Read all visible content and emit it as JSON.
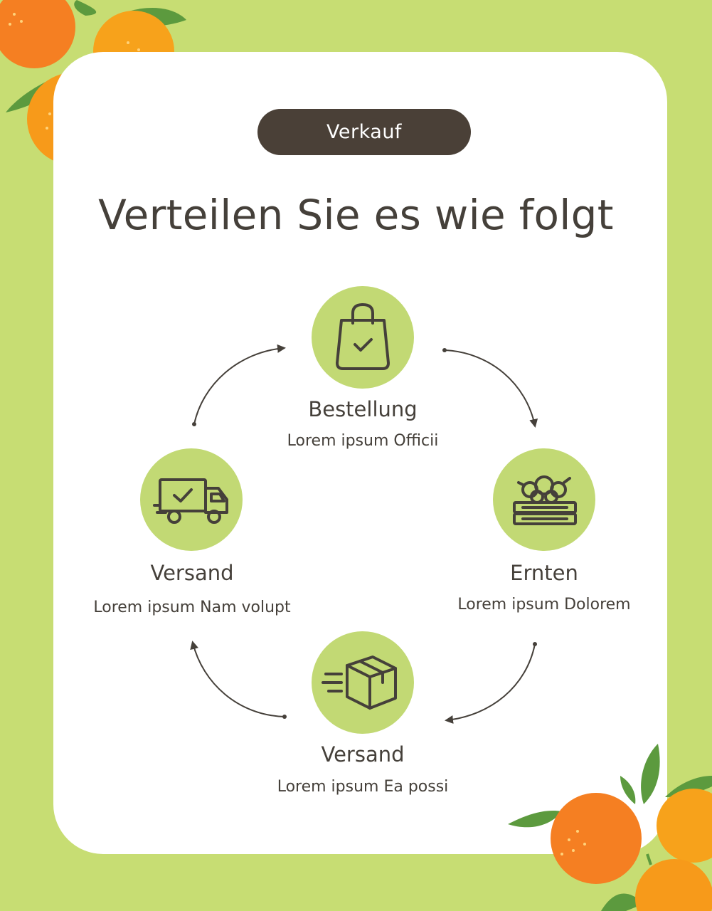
{
  "badge": "Verkauf",
  "title": "Verteilen Sie es wie folgt",
  "steps": [
    {
      "title": "Bestellung",
      "desc": "Lorem ipsum Officii",
      "icon": "shopping-bag-check-icon"
    },
    {
      "title": "Ernten",
      "desc": "Lorem ipsum Dolorem",
      "icon": "fruit-crate-icon"
    },
    {
      "title": "Versand",
      "desc": "Lorem ipsum Ea possi",
      "icon": "moving-box-icon"
    },
    {
      "title": "Versand",
      "desc": "Lorem ipsum Nam volupt",
      "icon": "delivery-truck-check-icon"
    }
  ],
  "colors": {
    "background": "#c7dd73",
    "card": "#ffffff",
    "badge": "#4a4037",
    "icon_circle": "#c2d974",
    "text": "#45403a",
    "orange": "#f7931e",
    "leaf": "#5c9a3e"
  }
}
